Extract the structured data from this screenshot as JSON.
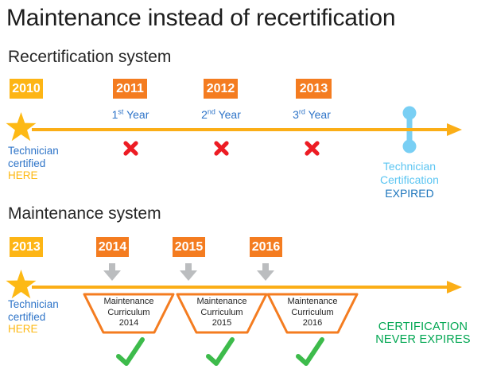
{
  "title": "Maintenance instead of recertification",
  "colors": {
    "start_yellow": "#FDB515",
    "year_orange": "#F47C20",
    "timeline_amber": "#FBAE17",
    "label_blue": "#2E74C8",
    "expired_light_blue": "#5BC5F2",
    "expired_dark_blue": "#1C75BC",
    "fail_red": "#ED1C24",
    "pass_green": "#3DBB4B",
    "never_expires_green": "#00A651",
    "arrow_gray": "#BBBDBF"
  },
  "icons": {
    "start": "star-icon",
    "fail": "x-mark-icon",
    "pass": "check-mark-icon",
    "expiry": "expiry-marker-icon",
    "next_step": "down-arrow-icon",
    "timeline": "timeline-arrow-icon"
  },
  "recertification": {
    "heading": "Recertification system",
    "years": [
      "2010",
      "2011",
      "2012",
      "2013"
    ],
    "year_marks": [
      {
        "num": "1",
        "ord": "st",
        "word": "Year"
      },
      {
        "num": "2",
        "ord": "nd",
        "word": "Year"
      },
      {
        "num": "3",
        "ord": "rd",
        "word": "Year"
      }
    ],
    "start_label": {
      "line1": "Technician",
      "line2": "certified",
      "line3": "HERE"
    },
    "expired_label": {
      "line1": "Technician",
      "line2": "Certification",
      "line3": "EXPIRED"
    }
  },
  "maintenance": {
    "heading": "Maintenance system",
    "years": [
      "2013",
      "2014",
      "2015",
      "2016"
    ],
    "curricula": [
      {
        "line1": "Maintenance",
        "line2": "Curriculum",
        "line3": "2014"
      },
      {
        "line1": "Maintenance",
        "line2": "Curriculum",
        "line3": "2015"
      },
      {
        "line1": "Maintenance",
        "line2": "Curriculum",
        "line3": "2016"
      }
    ],
    "start_label": {
      "line1": "Technician",
      "line2": "certified",
      "line3": "HERE"
    },
    "never_expires": {
      "line1": "CERTIFICATION",
      "line2": "NEVER EXPIRES"
    }
  }
}
